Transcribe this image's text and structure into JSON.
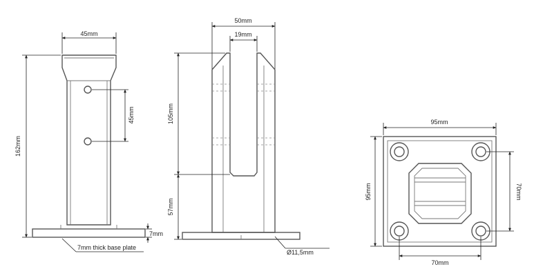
{
  "front_view": {
    "width_label": "45mm",
    "height_label": "162mm",
    "hole_spacing_label": "45mm",
    "base_thickness_label": "7mm",
    "base_plate_note": "7mm thick base plate"
  },
  "side_view": {
    "outer_width_label": "50mm",
    "slot_width_label": "19mm",
    "upper_height_label": "105mm",
    "lower_height_label": "57mm",
    "hole_diameter_label": "Ø11,5mm"
  },
  "plan_view": {
    "width_label": "95mm",
    "height_label": "95mm",
    "hole_spacing_vertical_label": "70mm",
    "hole_spacing_horizontal_label": "70mm"
  }
}
